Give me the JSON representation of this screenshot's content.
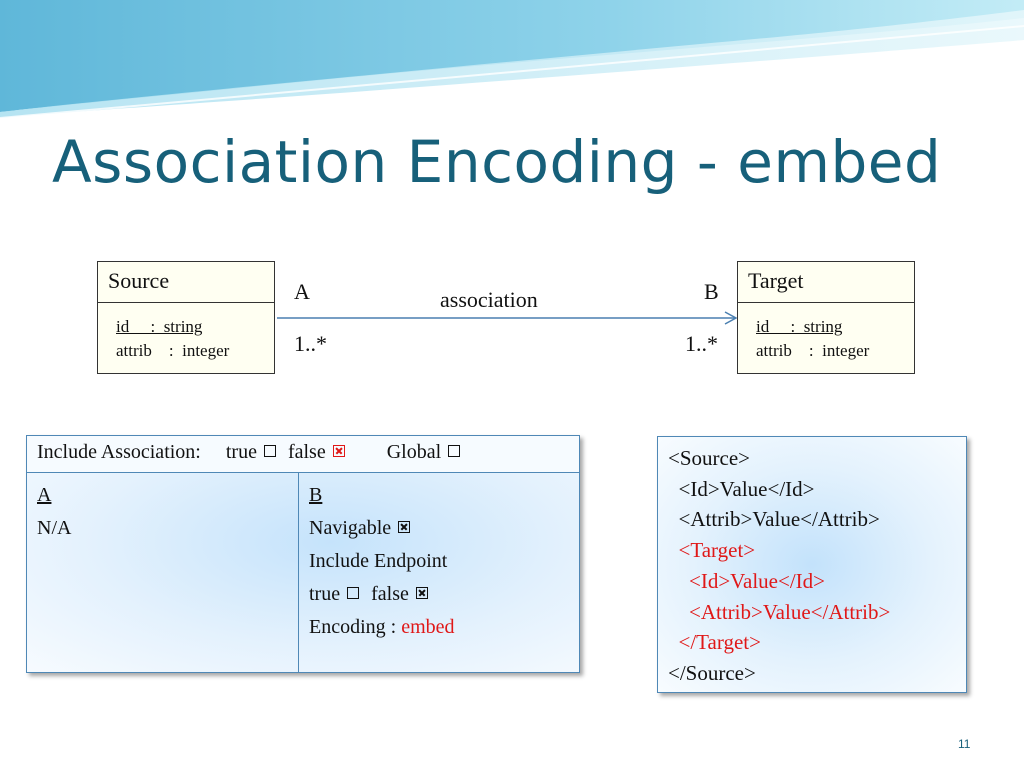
{
  "slide": {
    "title": "Association Encoding - embed",
    "page_number": "11"
  },
  "uml": {
    "source": {
      "name": "Source",
      "attr1": "id     :  string",
      "attr2": "attrib    :  integer"
    },
    "target": {
      "name": "Target",
      "attr1": "id     :  string",
      "attr2": "attrib    :  integer"
    },
    "association": {
      "label": "association",
      "role_a": "A",
      "role_b": "B",
      "mult_a": "1..*",
      "mult_b": "1..*"
    }
  },
  "settings": {
    "include_label": "Include Association:     true",
    "false_label": "false",
    "global_label": "Global",
    "include_true": false,
    "include_false": true,
    "global": false,
    "col_a": {
      "heading": "A",
      "value": "N/A"
    },
    "col_b": {
      "heading": "B",
      "navigable_label": "Navigable",
      "navigable": true,
      "include_endpoint_label": "Include Endpoint",
      "true_label": "true",
      "false_label": "false",
      "endpoint_true": false,
      "endpoint_false": true,
      "encoding_label": "Encoding :",
      "encoding_value": "embed"
    }
  },
  "xml_example": {
    "lines": [
      "<Source>",
      "  <Id>Value</Id>",
      "  <Attrib>Value</Attrib>",
      "  <Target>",
      "    <Id>Value</Id>",
      "    <Attrib>Value</Attrib>",
      "  </Target>",
      "</Source>"
    ],
    "highlight_color": "#e01818"
  },
  "colors": {
    "title": "#17607a",
    "accent_red": "#e01818",
    "panel_border": "#4f88b6"
  }
}
